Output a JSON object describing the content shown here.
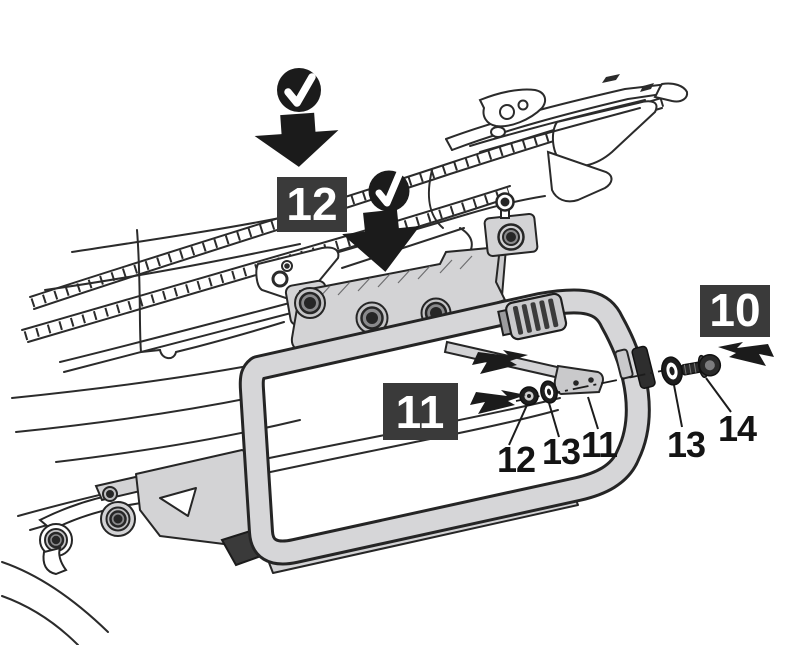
{
  "diagram": {
    "background": "#ffffff",
    "step_boxes": [
      {
        "label": "12"
      },
      {
        "label": "11"
      },
      {
        "label": "10"
      }
    ],
    "part_callouts": [
      {
        "label": "12"
      },
      {
        "label": "13"
      },
      {
        "label": "11"
      },
      {
        "label": "13"
      },
      {
        "label": "14"
      }
    ],
    "icons": {
      "check_circle": "check-circle",
      "down_arrow": "down-arrow",
      "direction_arrow": "direction-arrow"
    },
    "colors": {
      "line": "#2b2b2b",
      "metal_gray": "#d3d3d5",
      "metal_gray_dark": "#bfbfc1",
      "annotation_black": "#1b1b1b",
      "step_box_bg": "#3a3a3a",
      "step_box_text": "#ffffff"
    }
  }
}
